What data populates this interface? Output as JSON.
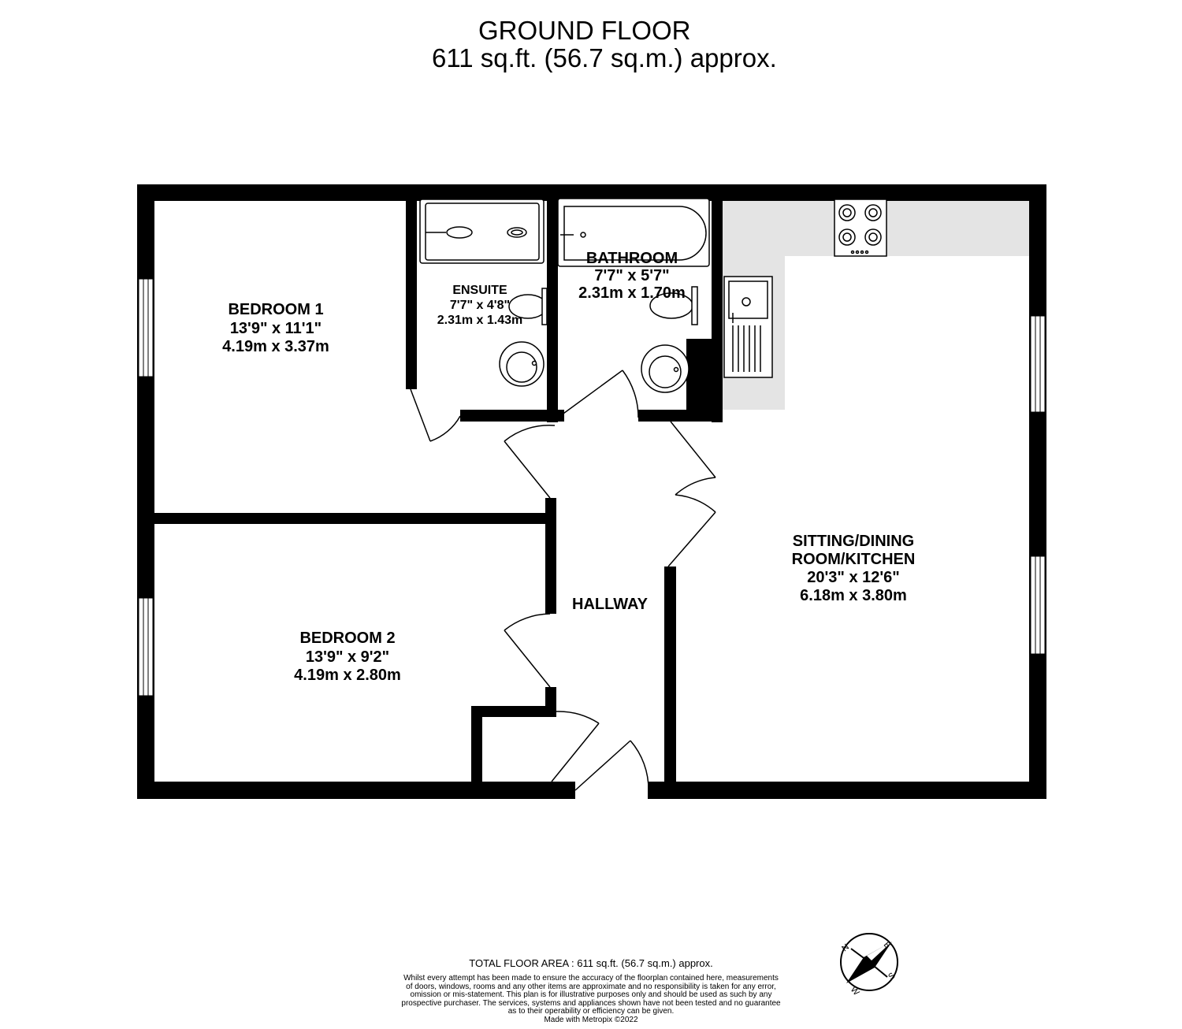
{
  "header": {
    "floor_title": "GROUND FLOOR",
    "floor_area": "611 sq.ft. (56.7 sq.m.) approx."
  },
  "rooms": {
    "bedroom1": {
      "name": "BEDROOM 1",
      "imperial": "13'9\"  x 11'1\"",
      "metric": "4.19m  x 3.37m"
    },
    "ensuite": {
      "name": "ENSUITE",
      "imperial": "7'7\"  x 4'8\"",
      "metric": "2.31m  x 1.43m"
    },
    "bathroom": {
      "name": "BATHROOM",
      "imperial": "7'7\"  x 5'7\"",
      "metric": "2.31m  x 1.70m"
    },
    "sitting": {
      "name_line1": "SITTING/DINING",
      "name_line2": "ROOM/KITCHEN",
      "imperial": "20'3\"  x 12'6\"",
      "metric": "6.18m  x 3.80m"
    },
    "bedroom2": {
      "name": "BEDROOM 2",
      "imperial": "13'9\"  x 9'2\"",
      "metric": "4.19m  x 2.80m"
    },
    "hallway": {
      "name": "HALLWAY"
    }
  },
  "compass": {
    "n": "N",
    "e": "E",
    "s": "S",
    "w": "W"
  },
  "footer": {
    "total_area": "TOTAL FLOOR AREA : 611 sq.ft. (56.7 sq.m.) approx.",
    "disclaimer": [
      "Whilst every attempt has been made to ensure the accuracy of the floorplan contained here, measurements",
      "of doors, windows, rooms and any other items are approximate and no responsibility is taken for any error,",
      "omission or mis-statement. This plan is for illustrative purposes only and should be used as such by any",
      "prospective purchaser. The services, systems and appliances shown have not been tested and no guarantee",
      "as to their operability or efficiency can be given."
    ],
    "credit": "Made with Metropix ©2022"
  },
  "colors": {
    "wall": "#000000",
    "counter": "#e4e4e4",
    "background": "#ffffff"
  }
}
